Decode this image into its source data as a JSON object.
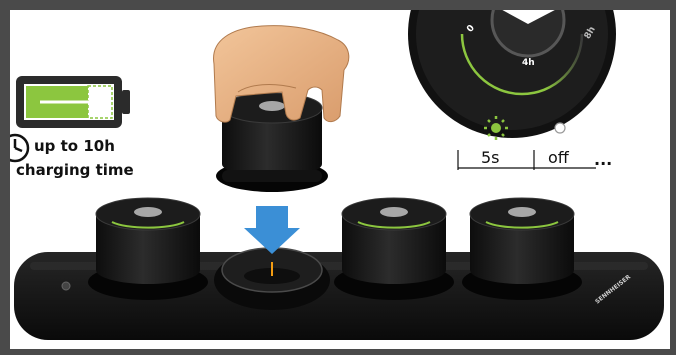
{
  "charging": {
    "duration_text": "up to 10h",
    "caption": "charging time",
    "battery_level": 0.72,
    "battery_icon": "battery-charging-icon",
    "clock_icon": "clock-icon"
  },
  "dial": {
    "marks": [
      "0",
      "4h",
      "8h"
    ]
  },
  "led_legend": {
    "blink_duration": "5s",
    "off_label": "off",
    "continuation": "...",
    "blink_icon": "led-blinking-icon",
    "off_icon": "led-off-icon"
  },
  "brand": {
    "text": "SENNHEISER"
  },
  "colors": {
    "accent_green": "#8cc63f",
    "arrow_blue": "#3b8fd6",
    "unit_black": "#161616",
    "frame_gray": "#4a4a4a"
  }
}
